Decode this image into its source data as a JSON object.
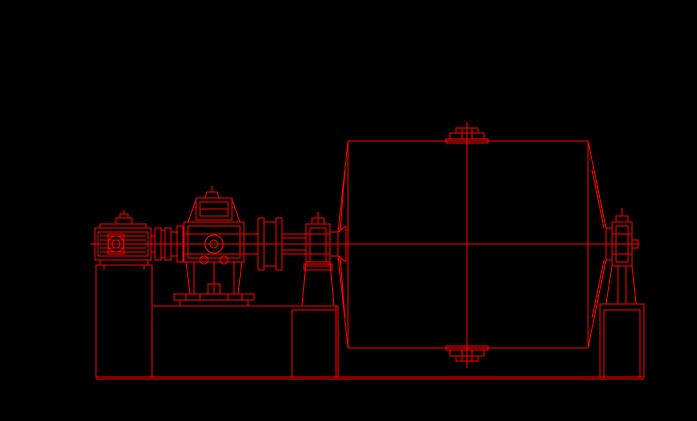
{
  "colors": {
    "background": "#000000",
    "line": "#ff0000"
  },
  "components": [
    "electric-motor",
    "coupling",
    "gear-reducer",
    "drive-shaft-bearing",
    "mill-drum",
    "tail-bearing",
    "foundation-base"
  ]
}
